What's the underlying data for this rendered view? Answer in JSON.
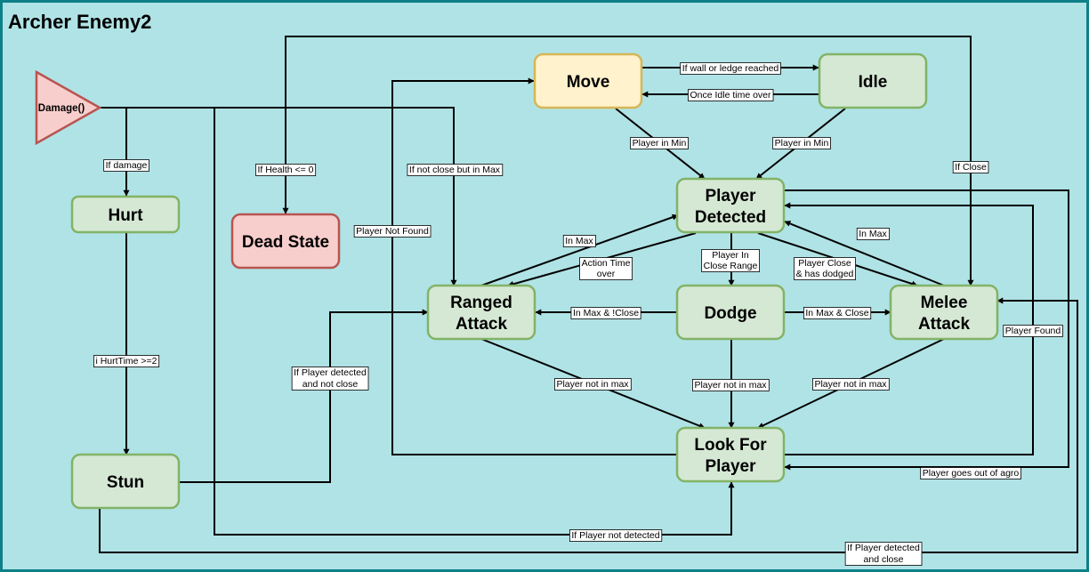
{
  "title": "Archer Enemy2",
  "colors": {
    "background": "#b0e3e6",
    "border": "#0e8088",
    "state_fill": "#d5e8d4",
    "state_stroke": "#82b366",
    "start_fill": "#fff2cc",
    "start_stroke": "#d6b656",
    "dead_fill": "#f8cecc",
    "dead_stroke": "#b85450"
  },
  "trigger": {
    "label": "Damage()"
  },
  "states": {
    "move": "Move",
    "idle": "Idle",
    "hurt": "Hurt",
    "dead": "Dead State",
    "player_detected": [
      "Player",
      "Detected"
    ],
    "ranged_attack": [
      "Ranged",
      "Attack"
    ],
    "dodge": "Dodge",
    "melee_attack": [
      "Melee",
      "Attack"
    ],
    "stun": "Stun",
    "look_for_player": [
      "Look For",
      "Player"
    ]
  },
  "transitions": {
    "if_wall": "If wall or ledge reached",
    "idle_over": "Once Idle time over",
    "move_min": "Player in Min",
    "idle_min": "Player in Min",
    "if_close": "If Close",
    "if_damage": "If damage",
    "if_health": "If Health <= 0",
    "not_close_max": "If not close but in Max",
    "not_found": "Player Not Found",
    "ranged_in_max": "In Max",
    "action_time": [
      "Action Time",
      "over"
    ],
    "close_range": [
      "Player In",
      "Close Range"
    ],
    "close_dodged": [
      "Player Close",
      "& has dodged"
    ],
    "melee_in_max": "In Max",
    "dodge_ranged": "In Max & !Close",
    "dodge_melee": "In Max & Close",
    "player_found": "Player Found",
    "hurt_time": "i HurtTime >=2",
    "stun_ranged": [
      "If Player detected",
      "and not close"
    ],
    "ranged_not_max": "Player not in max",
    "dodge_not_max": "Player not in max",
    "melee_not_max": "Player not in max",
    "out_of_agro": "Player goes out of agro",
    "not_detected": "If Player not detected",
    "stun_melee": [
      "If Player detected",
      "and close"
    ]
  }
}
